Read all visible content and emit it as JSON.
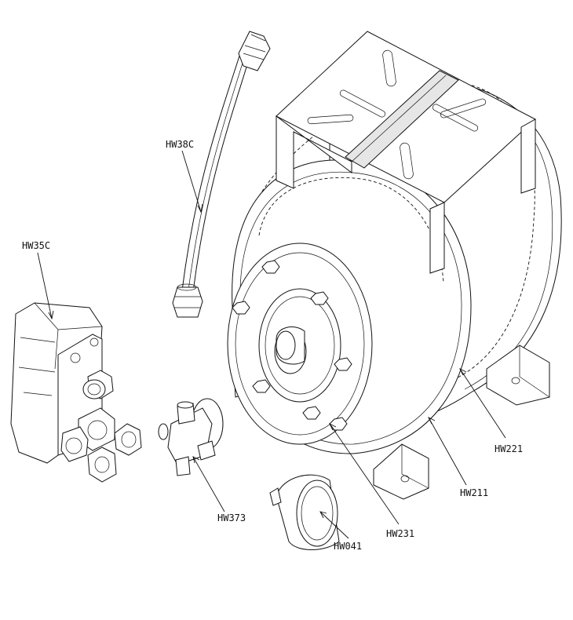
{
  "labels": {
    "hw38c": "HW38C",
    "hw35c": "HW35C",
    "hw373": "HW373",
    "hw041": "HW041",
    "hw231": "HW231",
    "hw211": "HW211",
    "hw221": "HW221"
  }
}
